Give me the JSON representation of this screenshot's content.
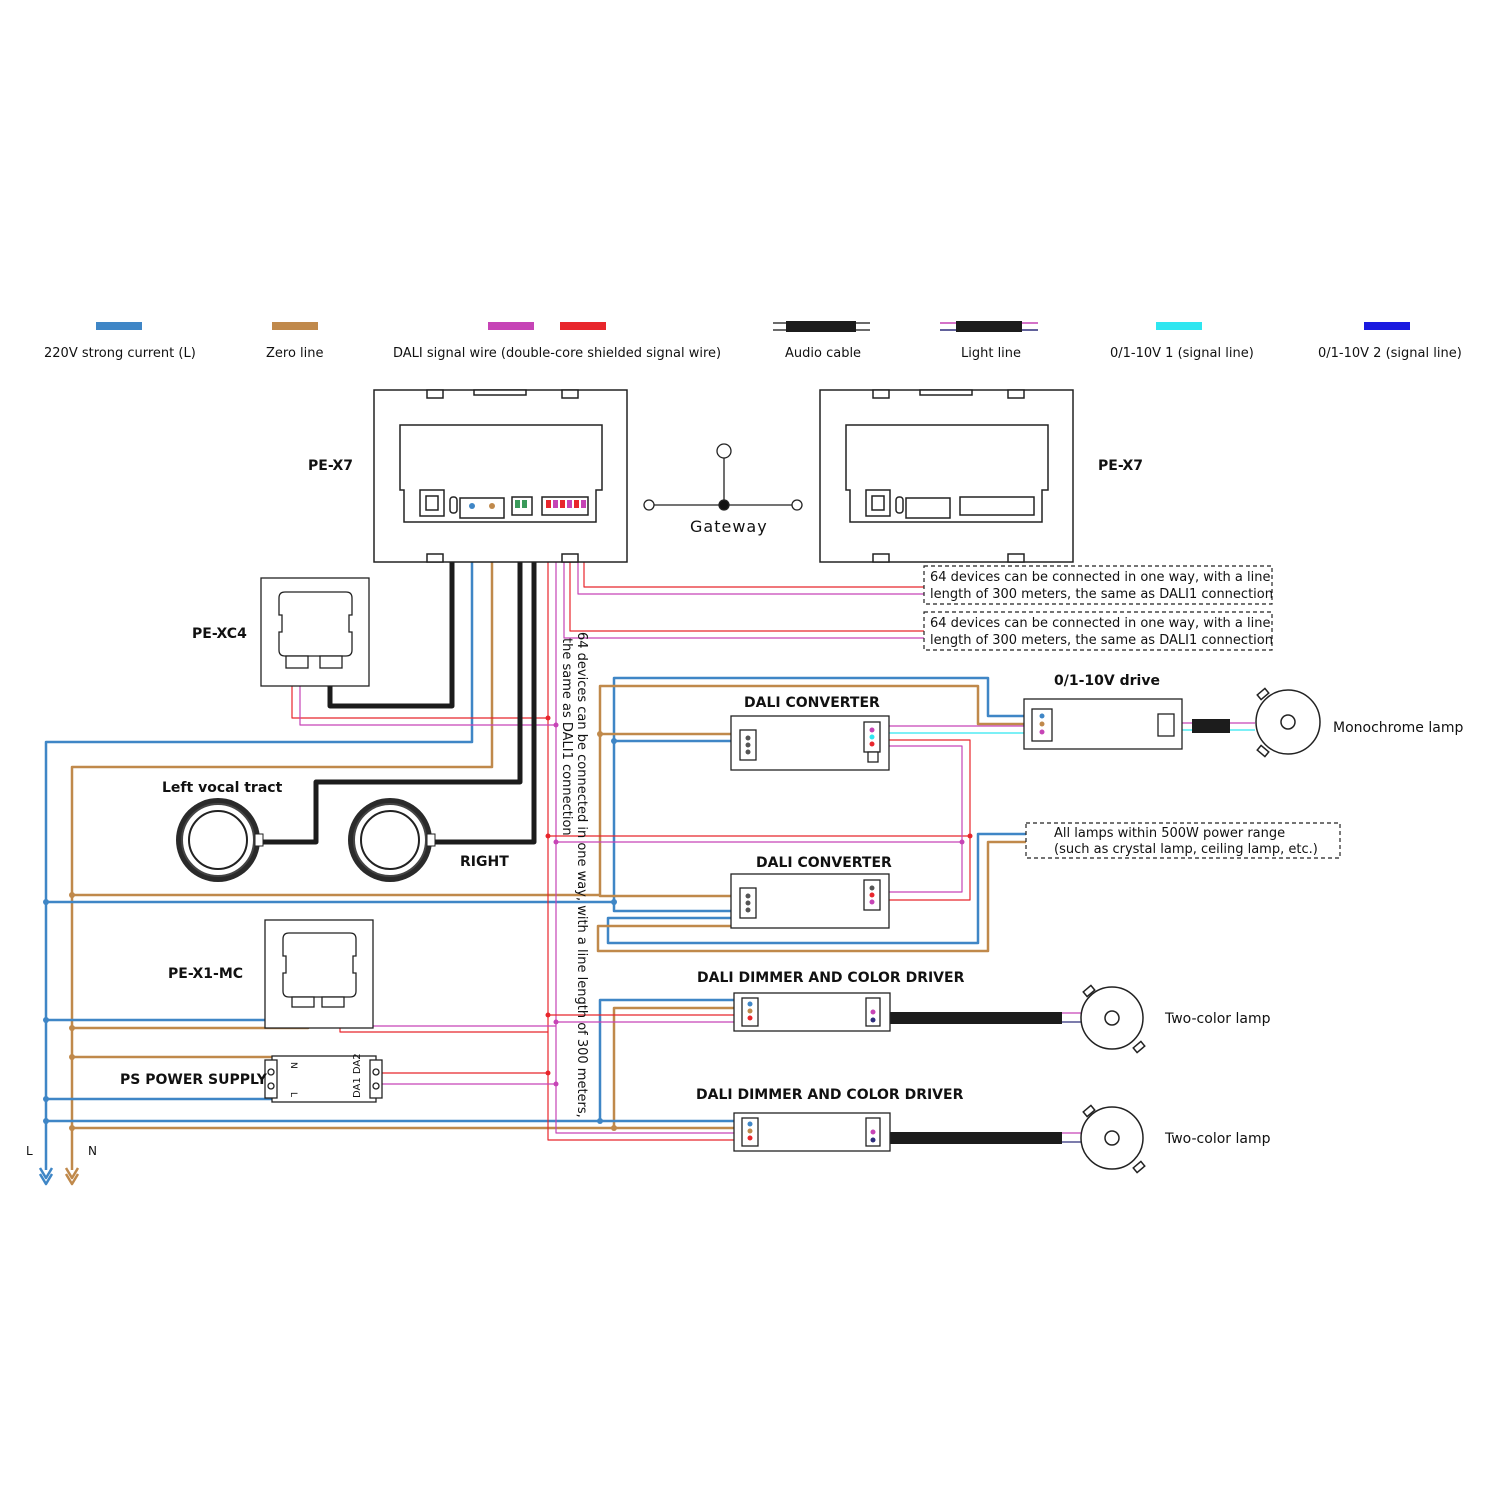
{
  "colors": {
    "live": "#3f86c6",
    "neutral": "#c0894b",
    "dali_a": "#c644b6",
    "dali_b": "#e8262c",
    "audio": "#1c1c1c",
    "light": "#2d2d7a",
    "signal1": "#2ee6f0",
    "signal2": "#1a1ae0"
  },
  "legend": [
    {
      "label": "220V strong current (L)",
      "icon": "blue-line-swatch"
    },
    {
      "label": "Zero line",
      "icon": "tan-line-swatch"
    },
    {
      "label": "DALI signal wire (double-core shielded signal wire)",
      "icon": "dali-wire-swatch"
    },
    {
      "label": "Audio cable",
      "icon": "audio-cable-swatch"
    },
    {
      "label": "Light line",
      "icon": "light-line-swatch"
    },
    {
      "label": "0/1-10V 1 (signal line)",
      "icon": "cyan-line-swatch"
    },
    {
      "label": "0/1-10V 2 (signal line)",
      "icon": "blue-line-swatch"
    }
  ],
  "devices": {
    "pe_x7_left": "PE-X7",
    "pe_x7_right": "PE-X7",
    "gateway": "Gateway",
    "pe_xc4": "PE-XC4",
    "left_speaker": "Left vocal tract",
    "right_speaker": "RIGHT",
    "pe_x1_mc": "PE-X1-MC",
    "power_supply": "PS POWER SUPPLY",
    "dali_converter_1": "DALI CONVERTER",
    "dali_converter_2": "DALI CONVERTER",
    "drive": "0/1-10V drive",
    "mono_lamp": "Monochrome lamp",
    "dimmer_1": "DALI DIMMER AND COLOR DRIVER",
    "dimmer_2": "DALI DIMMER AND COLOR DRIVER",
    "two_color_1": "Two-color lamp",
    "two_color_2": "Two-color lamp",
    "ps_terminals": "DA1 DA2",
    "ps_n": "N",
    "ps_l": "L",
    "live_mark": "L",
    "neutral_mark": "N"
  },
  "notes": {
    "dali2_line1": "64 devices can be connected in one way, with a line",
    "dali2_line2": "length of 300 meters, the same as DALI1 connection",
    "dali3_line1": "64 devices can be connected in one way, with a line",
    "dali3_line2": "length of 300 meters, the same as DALI1 connection",
    "vertical_line1": "64 devices can be connected in one way, with a line length of 300 meters,",
    "vertical_line2": "the same as DALI1 connection",
    "power_line1": "All lamps within 500W power range",
    "power_line2": "(such as crystal lamp, ceiling lamp, etc.)"
  }
}
